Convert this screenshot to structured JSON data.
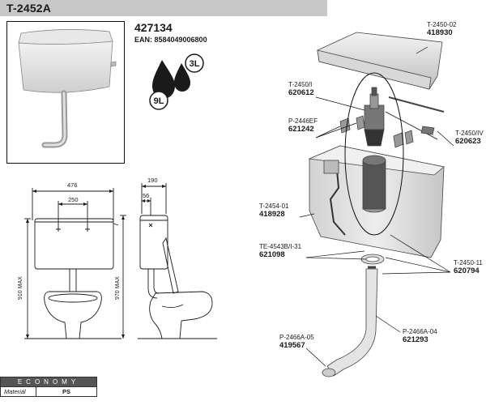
{
  "header": {
    "title": "T-2452A"
  },
  "product": {
    "code": "427134",
    "ean": "EAN: 8584049006800"
  },
  "flush_volumes": {
    "full": "9L",
    "eco": "3L"
  },
  "dimensions": {
    "width_total": "476",
    "hole_spacing": "250",
    "height_left": "910 MAX",
    "depth": "190",
    "offset": "56",
    "height_right": "970 MAX"
  },
  "parts": [
    {
      "ref": "T-2450-02",
      "num": "418930"
    },
    {
      "ref": "T-2450/I",
      "num": "620612"
    },
    {
      "ref": "P-2446EF",
      "num": "621242"
    },
    {
      "ref": "T-2450/IV",
      "num": "620623"
    },
    {
      "ref": "T-2454-01",
      "num": "418928"
    },
    {
      "ref": "TE-4543B/I-31",
      "num": "621098"
    },
    {
      "ref": "T-2450-11",
      "num": "620794"
    },
    {
      "ref": "P-2466A-04",
      "num": "621293"
    },
    {
      "ref": "P-2466A-05",
      "num": "419567"
    }
  ],
  "footer": {
    "series": "ECONOMY",
    "material_label": "Materiál",
    "material_value": "PS"
  },
  "colors": {
    "title_bar": "#c8c8c8",
    "tank_body": "#e6e6e6",
    "line": "#1a1a1a",
    "dark_fill": "#333333"
  },
  "icons": [
    "flush-drops-icon"
  ]
}
